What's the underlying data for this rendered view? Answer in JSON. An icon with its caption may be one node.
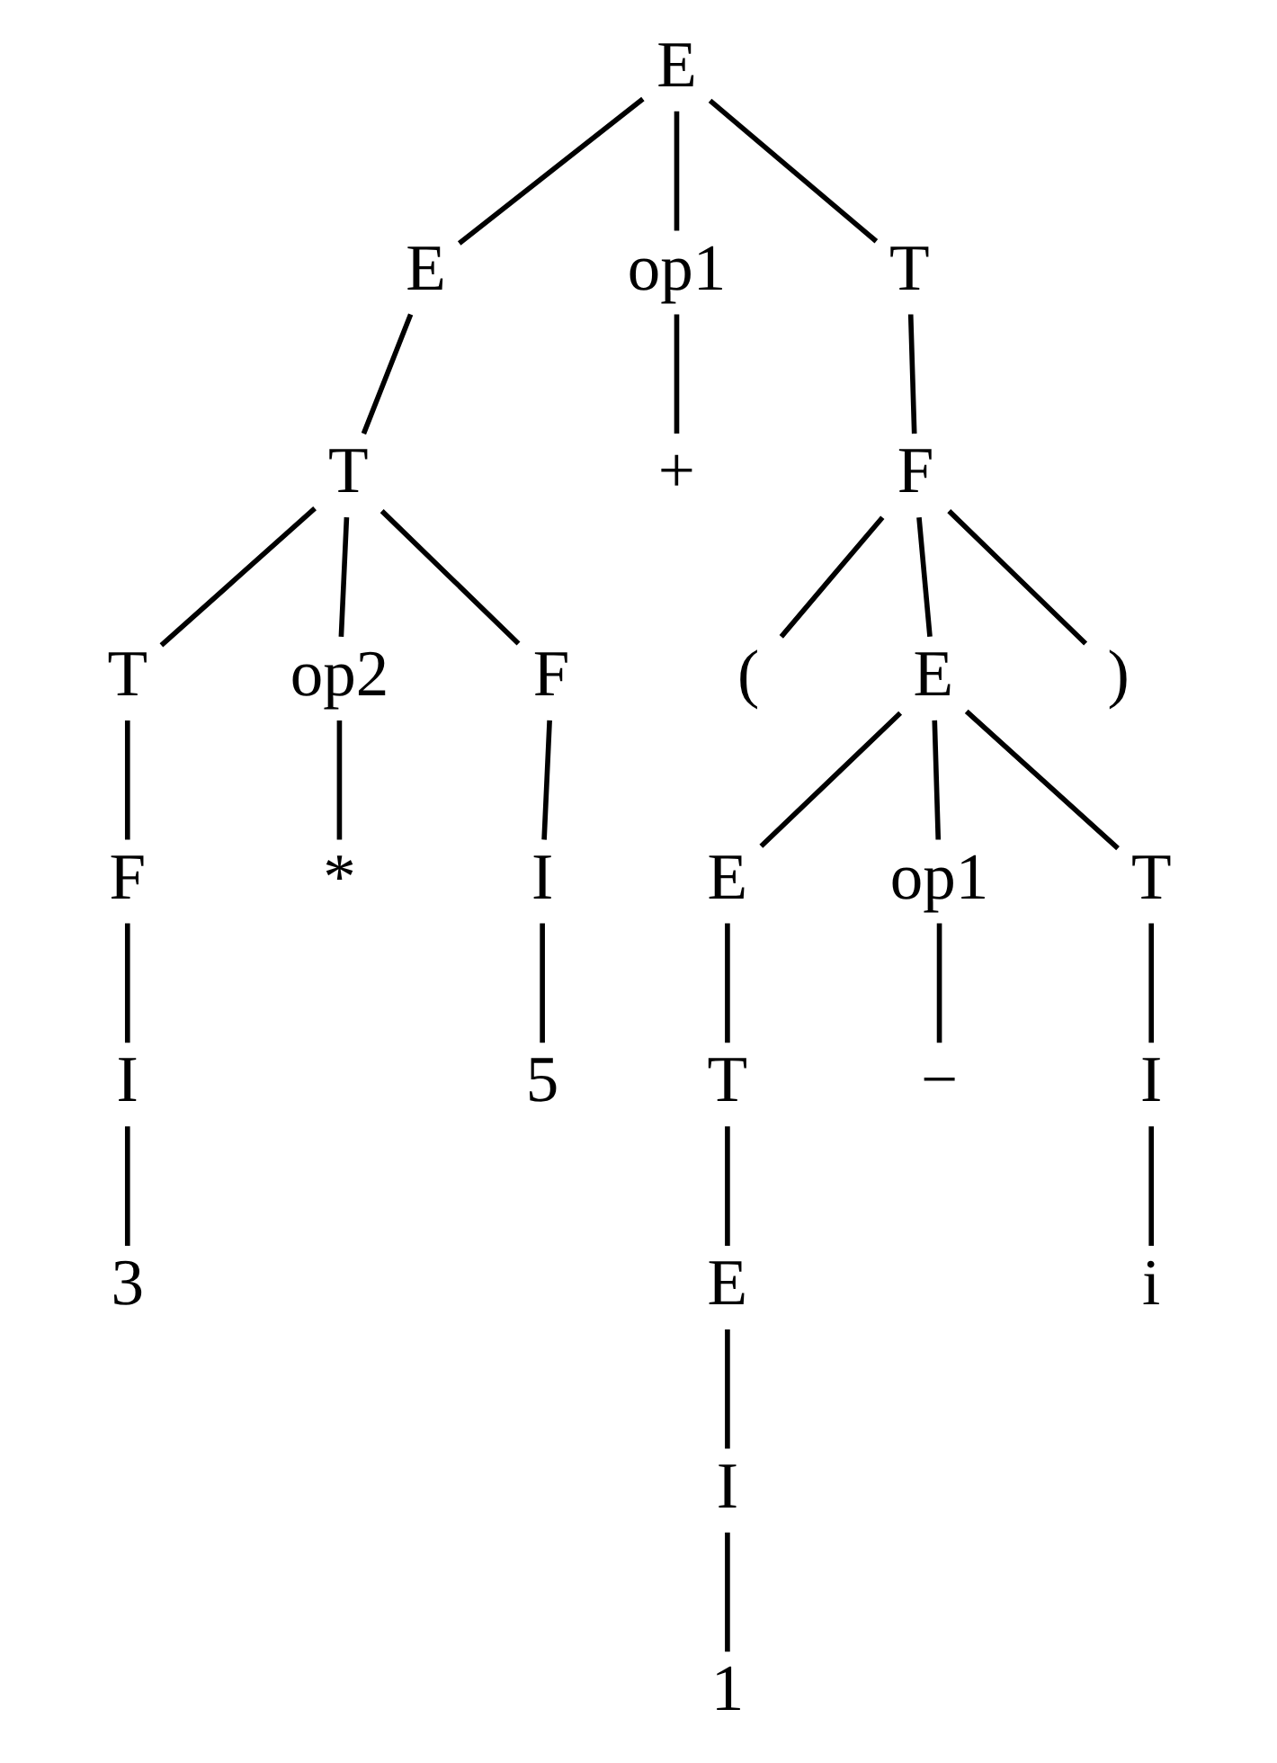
{
  "diagram": {
    "nodes": [
      {
        "text": [
          "E"
        ]
      },
      {
        "text": [
          "E"
        ]
      },
      {
        "text": [
          "op1"
        ]
      },
      {
        "text": [
          "T"
        ]
      },
      {
        "text": [
          "T"
        ]
      },
      {
        "text": [
          "+"
        ]
      },
      {
        "text": [
          "F"
        ]
      },
      {
        "text": [
          "T"
        ]
      },
      {
        "text": [
          "op2"
        ]
      },
      {
        "text": [
          "F"
        ]
      },
      {
        "text": [
          "("
        ]
      },
      {
        "text": [
          "E"
        ]
      },
      {
        "text": [
          ")"
        ]
      },
      {
        "text": [
          "F"
        ]
      },
      {
        "text": [
          "*"
        ]
      },
      {
        "text": [
          "I"
        ]
      },
      {
        "text": [
          "E"
        ]
      },
      {
        "text": [
          "op1"
        ]
      },
      {
        "text": [
          "T"
        ]
      },
      {
        "text": [
          "I"
        ]
      },
      {
        "text": [
          "5"
        ]
      },
      {
        "text": [
          "T"
        ]
      },
      {
        "text": [
          "−"
        ]
      },
      {
        "text": [
          "I"
        ]
      },
      {
        "text": [
          "3"
        ]
      },
      {
        "text": [
          "E"
        ]
      },
      {
        "text": [
          "i"
        ]
      },
      {
        "text": [
          "I"
        ]
      },
      {
        "text": [
          "1"
        ]
      }
    ],
    "edges": [
      {
        "from": 0,
        "to": 1,
        "arrow": "none"
      },
      {
        "from": 0,
        "to": 2,
        "arrow": "none"
      },
      {
        "from": 0,
        "to": 3,
        "arrow": "none"
      },
      {
        "from": 1,
        "to": 4,
        "arrow": "none"
      },
      {
        "from": 2,
        "to": 5,
        "arrow": "none"
      },
      {
        "from": 3,
        "to": 6,
        "arrow": "none"
      },
      {
        "from": 4,
        "to": 7,
        "arrow": "none"
      },
      {
        "from": 4,
        "to": 8,
        "arrow": "none"
      },
      {
        "from": 4,
        "to": 9,
        "arrow": "none"
      },
      {
        "from": 6,
        "to": 10,
        "arrow": "none"
      },
      {
        "from": 6,
        "to": 11,
        "arrow": "none"
      },
      {
        "from": 6,
        "to": 12,
        "arrow": "none"
      },
      {
        "from": 7,
        "to": 13,
        "arrow": "none"
      },
      {
        "from": 8,
        "to": 14,
        "arrow": "none"
      },
      {
        "from": 9,
        "to": 15,
        "arrow": "none"
      },
      {
        "from": 11,
        "to": 16,
        "arrow": "none"
      },
      {
        "from": 11,
        "to": 17,
        "arrow": "none"
      },
      {
        "from": 11,
        "to": 18,
        "arrow": "none"
      },
      {
        "from": 13,
        "to": 19,
        "arrow": "none"
      },
      {
        "from": 15,
        "to": 20,
        "arrow": "none"
      },
      {
        "from": 16,
        "to": 21,
        "arrow": "none"
      },
      {
        "from": 17,
        "to": 22,
        "arrow": "none"
      },
      {
        "from": 18,
        "to": 23,
        "arrow": "none"
      },
      {
        "from": 19,
        "to": 24,
        "arrow": "none"
      },
      {
        "from": 21,
        "to": 25,
        "arrow": "none"
      },
      {
        "from": 23,
        "to": 26,
        "arrow": "none"
      },
      {
        "from": 25,
        "to": 27,
        "arrow": "none"
      },
      {
        "from": 27,
        "to": 28,
        "arrow": "none"
      }
    ]
  }
}
